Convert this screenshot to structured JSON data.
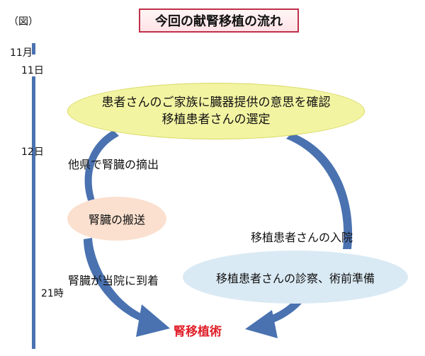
{
  "figure_label": "（図）",
  "title": "今回の献腎移植の流れ",
  "timeline": {
    "month": "11月",
    "day_11": "11日",
    "day_12": "12日",
    "time_21": "21時"
  },
  "nodes": {
    "decision_line1": "患者さんのご家族に臓器提供の意思を確認",
    "decision_line2": "移植患者さんの選定",
    "transport": "腎臓の搬送",
    "exam": "移植患者さんの診察、術前準備",
    "surgery": "腎移植術"
  },
  "labels": {
    "extraction": "他県で腎臓の摘出",
    "arrival": "腎臓が当院に到着",
    "admission": "移植患者さんの入院"
  },
  "colors": {
    "arrow": "#4a72b0",
    "surgery_text": "#e0202a",
    "title_border": "#c0304a"
  }
}
